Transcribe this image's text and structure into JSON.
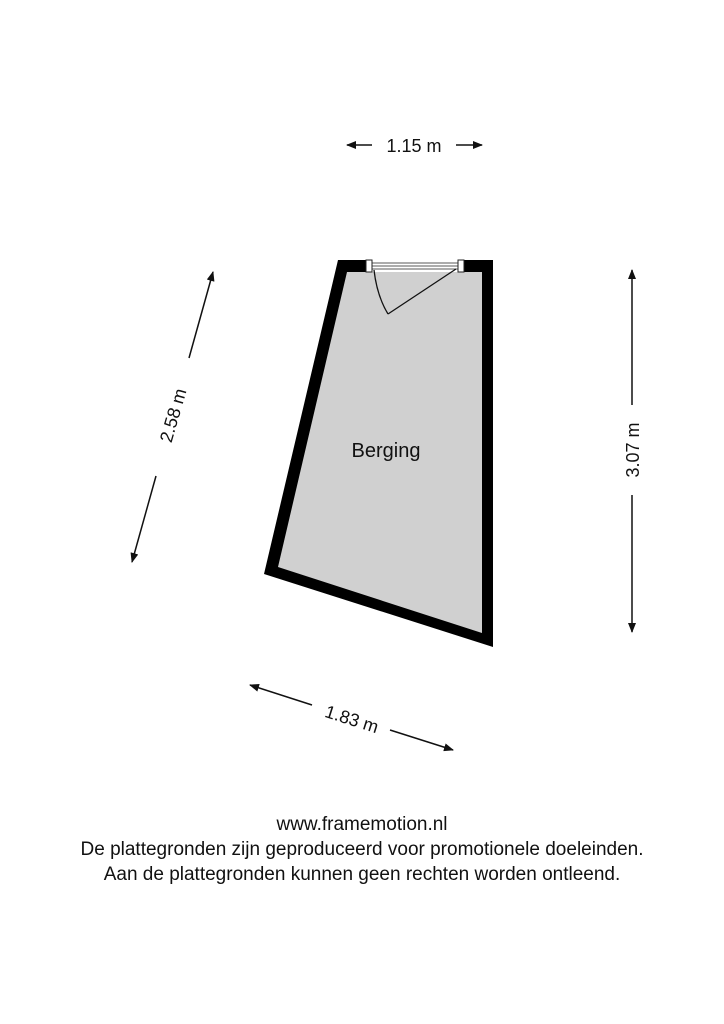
{
  "room": {
    "name": "Berging"
  },
  "dimensions": {
    "top": "1.15 m",
    "right": "3.07 m",
    "left": "2.58 m",
    "bottom": "1.83 m"
  },
  "footer": {
    "website": "www.framemotion.nl",
    "disclaimer_1": "De plattegronden zijn geproduceerd voor promotionele doeleinden.",
    "disclaimer_2": "Aan de plattegronden kunnen geen rechten worden ontleend."
  },
  "colors": {
    "wall": "#000000",
    "floor": "#d0d0d0"
  }
}
